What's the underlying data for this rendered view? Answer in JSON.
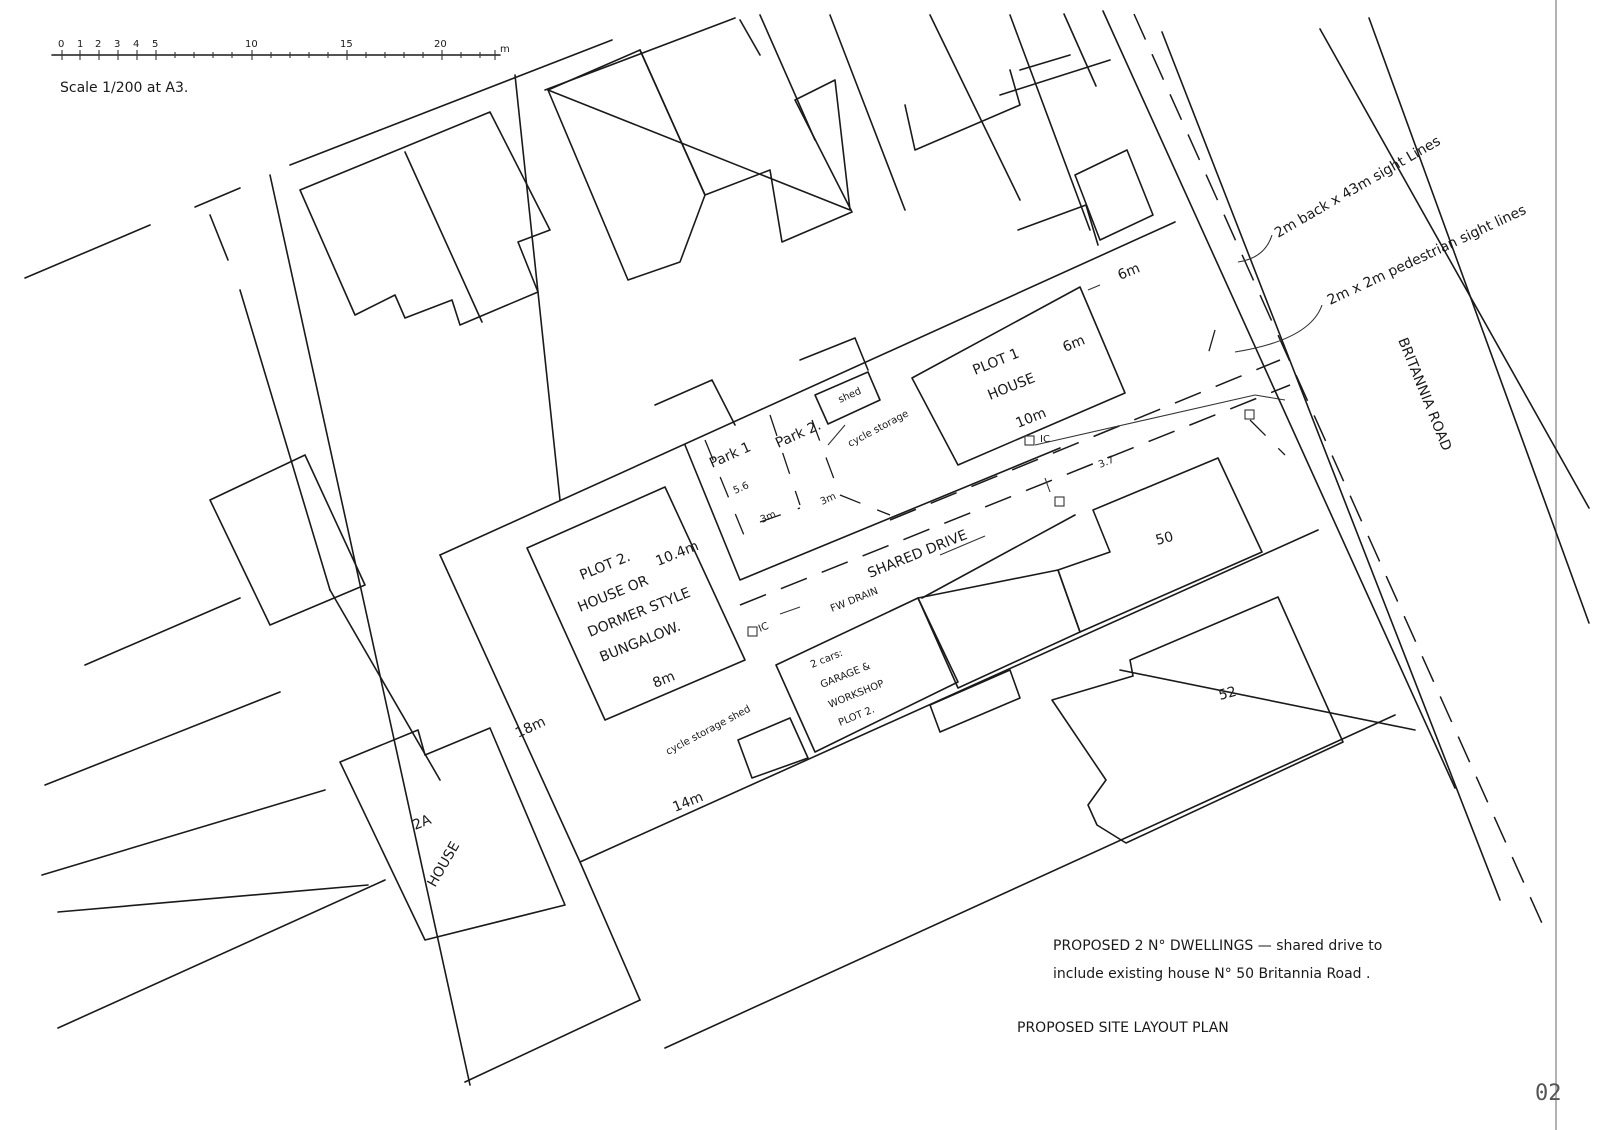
{
  "scale_bar": {
    "ticks": [
      "0",
      "1",
      "2",
      "3",
      "4",
      "5",
      "10",
      "15",
      "20"
    ],
    "unit": "m",
    "caption": "Scale 1/200 at A3."
  },
  "plot1": {
    "title": "PLOT 1",
    "type": "HOUSE",
    "depth": "6m",
    "width": "10m",
    "front_gap": "6m"
  },
  "parking": {
    "park1": "Park 1",
    "park2": "Park 2.",
    "length": "5.6",
    "width1": "3m",
    "width2": "3m"
  },
  "shed": {
    "label": "shed",
    "cycle": "cycle storage"
  },
  "drive": {
    "label": "SHARED DRIVE",
    "fw_drain": "FW DRAIN",
    "ic1": "IC",
    "ic2": "IC",
    "width": "3.7"
  },
  "plot2": {
    "title": "PLOT 2.",
    "line1": "HOUSE OR",
    "line2": "DORMER STYLE",
    "line3": "BUNGALOW.",
    "depth": "10.4m",
    "width": "8m"
  },
  "garage": {
    "line1": "2 cars:",
    "line2": "GARAGE &",
    "line3": "WORKSHOP",
    "line4": "PLOT 2."
  },
  "cycle_shed": "cycle storage shed",
  "dims": {
    "side": "18m",
    "rear": "14m"
  },
  "house_2a": {
    "number": "2A",
    "type": "HOUSE"
  },
  "house_50": "50",
  "house_52": "52",
  "road": "BRITANNIA ROAD",
  "sight_lines": {
    "vehicle": "2m back x 43m sight Lines",
    "pedestrian": "2m x 2m pedestrian sight lines"
  },
  "notes": {
    "line1": "PROPOSED 2 N° DWELLINGS  —  shared drive to",
    "line2": "include existing house N° 50 Britannia Road .",
    "title": "PROPOSED SITE LAYOUT PLAN"
  },
  "page_number": "02"
}
